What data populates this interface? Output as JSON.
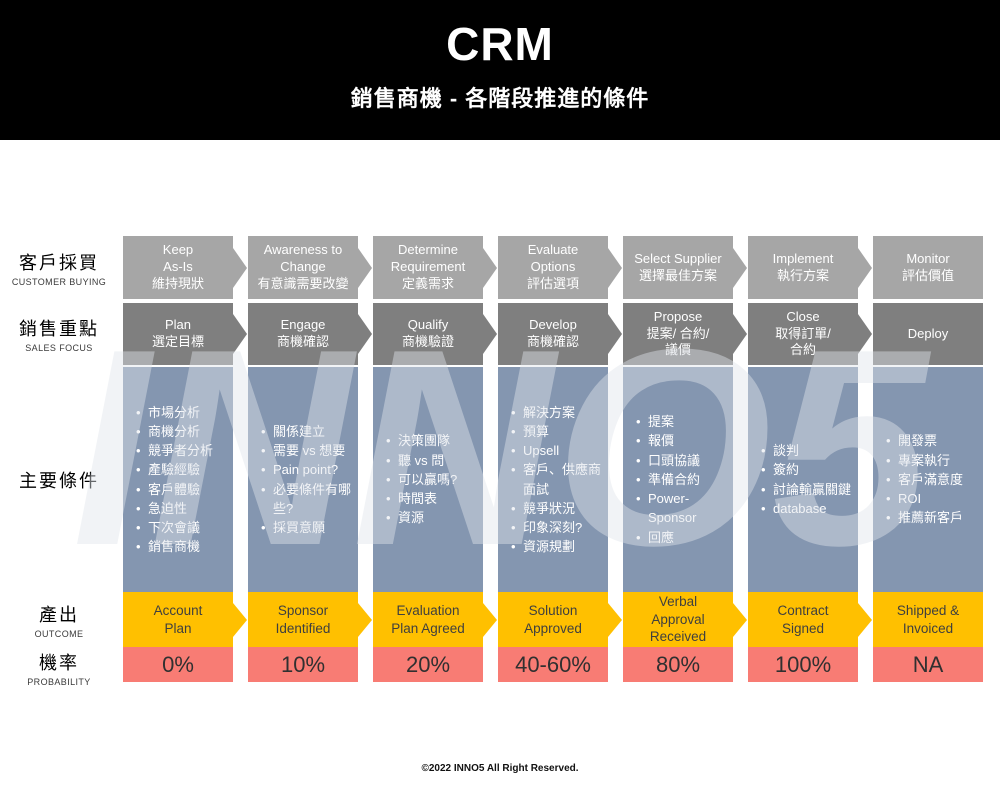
{
  "header": {
    "title": "CRM",
    "subtitle": "銷售商機 - 各階段推進的條件"
  },
  "row_labels": {
    "buying": {
      "zh": "客戶採買",
      "en": "CUSTOMER BUYING"
    },
    "focus": {
      "zh": "銷售重點",
      "en": "SALES FOCUS"
    },
    "conditions": {
      "zh": "主要條件"
    },
    "outcome": {
      "zh": "產出",
      "en": "OUTCOME"
    },
    "probability": {
      "zh": "機率",
      "en": "PROBABILITY"
    }
  },
  "stages": [
    {
      "buying": "Keep\nAs-Is\n維持現狀",
      "focus": "Plan\n選定目標",
      "conditions": [
        "市場分析",
        "商機分析",
        "競爭者分析",
        "產驗經驗",
        "客戶體驗",
        "急迫性",
        "下次會議",
        "銷售商機"
      ],
      "outcome": "Account\nPlan",
      "probability": "0%"
    },
    {
      "buying": "Awareness to\nChange\n有意識需要改變",
      "focus": "Engage\n商機確認",
      "conditions": [
        "關係建立",
        "需要 vs 想要",
        "Pain point?",
        "必要條件有哪些?",
        "採買意願"
      ],
      "outcome": "Sponsor\nIdentified",
      "probability": "10%"
    },
    {
      "buying": "Determine\nRequirement\n定義需求",
      "focus": "Qualify\n商機驗證",
      "conditions": [
        "決策團隊",
        "聽 vs 問",
        "可以贏嗎?",
        "時間表",
        "資源"
      ],
      "outcome": "Evaluation\nPlan Agreed",
      "probability": "20%"
    },
    {
      "buying": "Evaluate\nOptions\n評估選項",
      "focus": "Develop\n商機確認",
      "conditions": [
        "解決方案",
        "預算",
        "Upsell",
        "客戶、供應商面試",
        "競爭狀況",
        "印象深刻?",
        "資源規劃"
      ],
      "outcome": "Solution\nApproved",
      "probability": "40-60%"
    },
    {
      "buying": "Select Supplier\n選擇最佳方案",
      "focus": "Propose\n提案/ 合約/\n議價",
      "conditions": [
        "提案",
        "報價",
        "口頭協議",
        "準備合約",
        "Power-Sponsor",
        "回應"
      ],
      "outcome": "Verbal\nApproval\nReceived",
      "probability": "80%"
    },
    {
      "buying": "Implement\n執行方案",
      "focus": "Close\n取得訂單/\n合約",
      "conditions": [
        "談判",
        "簽約",
        "討論輸贏關鍵",
        "database"
      ],
      "outcome": "Contract\nSigned",
      "probability": "100%"
    },
    {
      "buying": "Monitor\n評估價值",
      "focus": "Deploy",
      "conditions": [
        "開發票",
        "專案執行",
        "客戶滿意度",
        "ROI",
        "推薦新客戶"
      ],
      "outcome": "Shipped &\nInvoiced",
      "probability": "NA"
    }
  ],
  "colors": {
    "header_bg": "#000000",
    "band_buying": "#a6a6a6",
    "band_focus": "#7f7f7f",
    "band_conditions": "#8496b0",
    "band_outcome": "#ffc000",
    "band_probability": "#f87c74"
  },
  "watermark": "INNO5",
  "footer": {
    "copyright": "©2022 INNO5 All Right Reserved."
  }
}
